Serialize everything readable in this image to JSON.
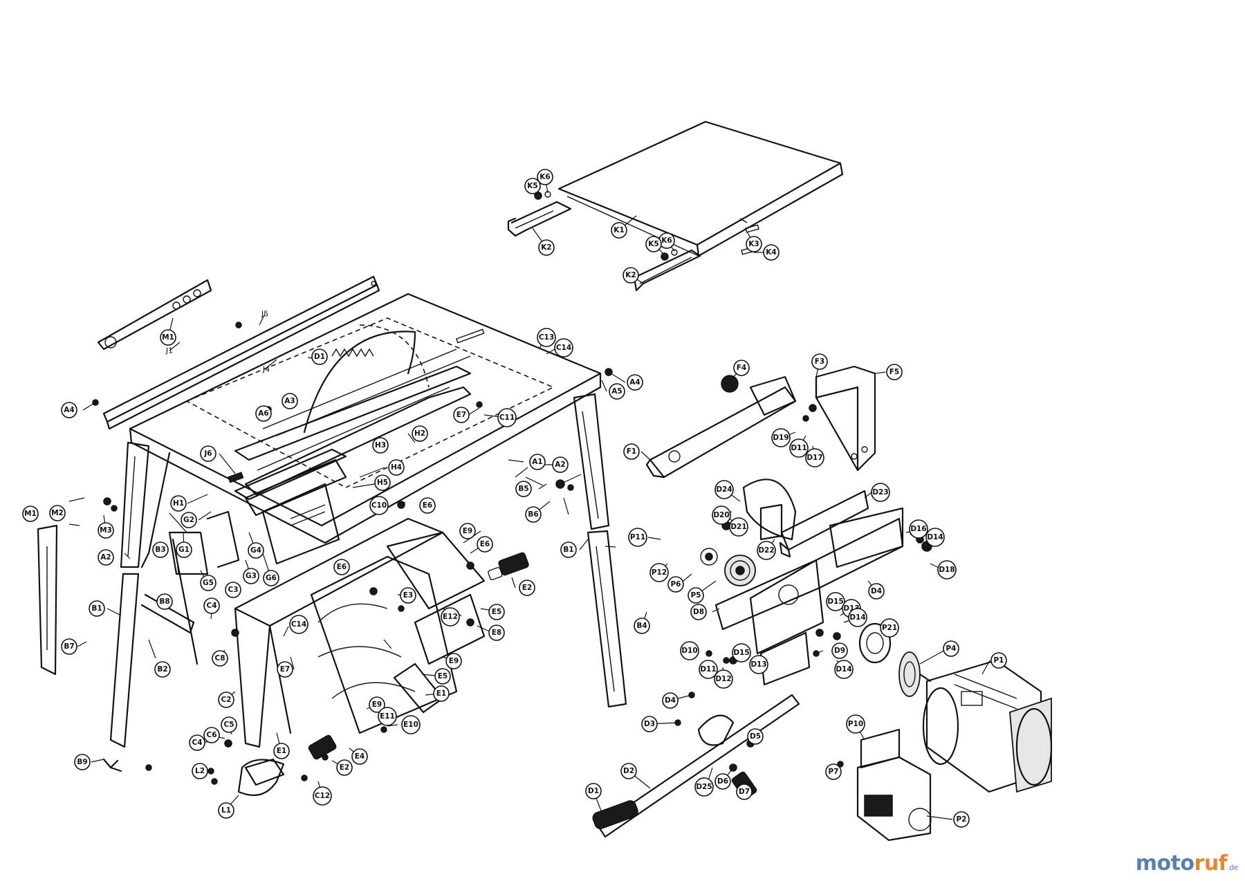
{
  "diagram": {
    "labels": [
      "K6",
      "K5",
      "K1",
      "K2",
      "K6",
      "K5",
      "K3",
      "K4",
      "K2",
      "M1",
      "J5",
      "J1",
      "J4",
      "D1",
      "C13",
      "C14",
      "A3",
      "A6",
      "H3",
      "H2",
      "E7",
      "C11",
      "A5",
      "A4",
      "A4",
      "J6",
      "H4",
      "H5",
      "A1",
      "A2",
      "C10",
      "E6",
      "H1",
      "G2",
      "G1",
      "B3",
      "G4",
      "G6",
      "G5",
      "G3",
      "C3",
      "M1",
      "M2",
      "M3",
      "A2",
      "B8",
      "B1",
      "B7",
      "B2",
      "B9",
      "E6",
      "E3",
      "E12",
      "E9",
      "E6",
      "E2",
      "E5",
      "E8",
      "E9",
      "E5",
      "E1",
      "E9",
      "E11",
      "E10",
      "C4",
      "C14",
      "C8",
      "E7",
      "C2",
      "C4",
      "C6",
      "C5",
      "E1",
      "E2",
      "E4",
      "C12",
      "L2",
      "L1",
      "B5",
      "B6",
      "B1",
      "B4",
      "F4",
      "F3",
      "F5",
      "F1",
      "D19",
      "D11",
      "D17",
      "D24",
      "D20",
      "D21",
      "D23",
      "D22",
      "P11",
      "P12",
      "P6",
      "P5",
      "D8",
      "D16",
      "D14",
      "D18",
      "D4",
      "D15",
      "D13",
      "D14",
      "P21",
      "P4",
      "P1",
      "D10",
      "D11",
      "D12",
      "D15",
      "D13",
      "D9",
      "D14",
      "D4",
      "D3",
      "D5",
      "D2",
      "D25",
      "D6",
      "D7",
      "D1",
      "P10",
      "P7",
      "P2"
    ]
  },
  "watermark": {
    "part1": "moto",
    "part2": "ruf",
    "part3": ".de"
  }
}
